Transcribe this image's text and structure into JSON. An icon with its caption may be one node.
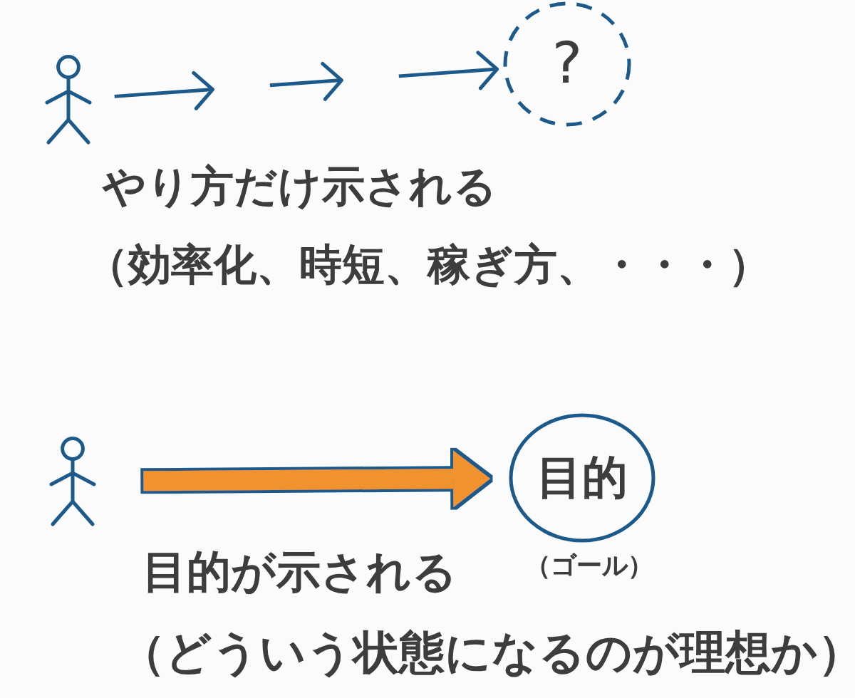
{
  "diagram": {
    "nodes": [
      {
        "text": [],
        "shape": "person"
      },
      {
        "text": [
          "?"
        ]
      },
      {
        "text": [],
        "shape": "person"
      },
      {
        "text": [
          "目的"
        ],
        "beside": [
          "（ゴール）"
        ]
      }
    ],
    "edges": [
      {
        "from": 0,
        "to": 1,
        "arrow": "to",
        "style": "dashed"
      },
      {
        "from": 2,
        "to": 3,
        "arrow": "to",
        "style": "thick",
        "color": "#f0932f"
      }
    ],
    "labels": [
      "やり方だけ示される",
      "（効率化、時短、稼ぎ方、・・・）",
      "目的が示される",
      "（どういう状態になるのが理想か）"
    ]
  }
}
